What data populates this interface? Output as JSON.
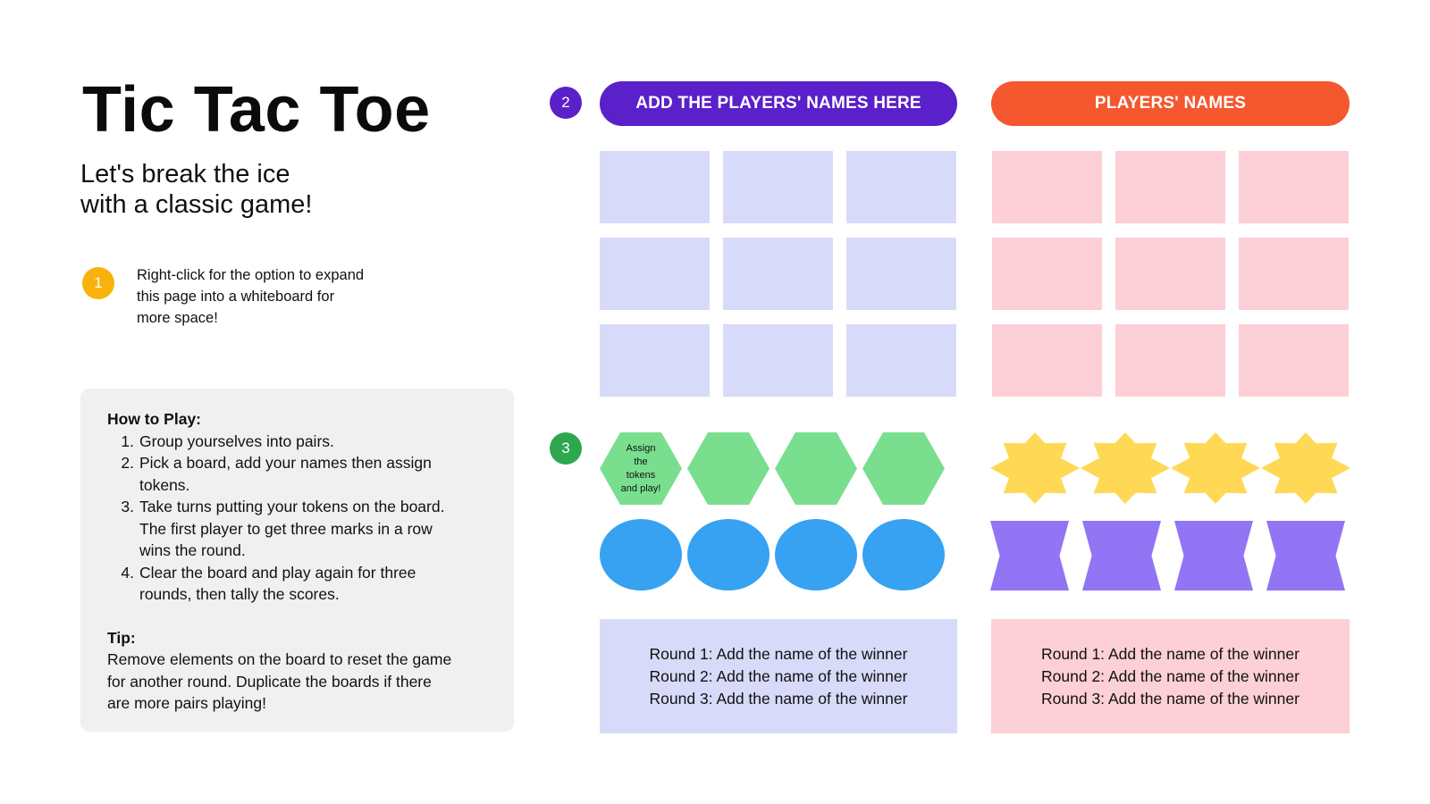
{
  "header": {
    "title": "Tic Tac Toe",
    "subtitle_lines": [
      "Let's break the ice",
      "with a classic game!"
    ]
  },
  "steps": {
    "one": {
      "badge": "1",
      "lines": [
        "Right-click for the option to expand",
        "this page into a whiteboard for",
        "more space!"
      ]
    },
    "two": {
      "badge": "2"
    },
    "three": {
      "badge": "3"
    }
  },
  "how_to_play": {
    "heading": "How to Play:",
    "items": [
      {
        "number": "1.",
        "lines": [
          "Group yourselves into pairs."
        ]
      },
      {
        "number": "2.",
        "lines": [
          "Pick a board, add your names then assign",
          "tokens."
        ]
      },
      {
        "number": "3.",
        "lines": [
          "Take turns putting your tokens on the board.",
          "The first player to get three marks in a row",
          "wins the round."
        ]
      },
      {
        "number": "4.",
        "lines": [
          "Clear the board and play again for three",
          "rounds, then tally the scores."
        ]
      }
    ],
    "tip_heading": "Tip:",
    "tip_lines": [
      "Remove elements on the board to reset the game",
      "for another round. Duplicate the boards if there",
      "are more pairs playing!"
    ]
  },
  "boards": {
    "left": {
      "header": "ADD THE PLAYERS' NAMES HERE",
      "results": [
        "Round 1: Add the name of the winner",
        "Round 2: Add the name of the winner",
        "Round 3: Add the name of the winner"
      ]
    },
    "right": {
      "header": "PLAYERS' NAMES",
      "results": [
        "Round 1: Add the name of the winner",
        "Round 2: Add the name of the winner",
        "Round 3: Add the name of the winner"
      ]
    }
  },
  "tokens": {
    "hexagon_label_lines": [
      "Assign",
      "the",
      "tokens",
      "and play!"
    ]
  },
  "colors": {
    "purple_accent": "#5a20c9",
    "orange_accent": "#f5572e",
    "yellow_badge": "#f9b20b",
    "green_badge": "#2ea84f",
    "left_board_cell": "#d8daf9",
    "right_board_cell": "#fdcfd6",
    "hexagon_token": "#79df8f",
    "circle_token": "#37a2f2",
    "star_token": "#ffd955",
    "bowtie_token": "#9175f4",
    "howto_panel": "#f0f0f0"
  }
}
